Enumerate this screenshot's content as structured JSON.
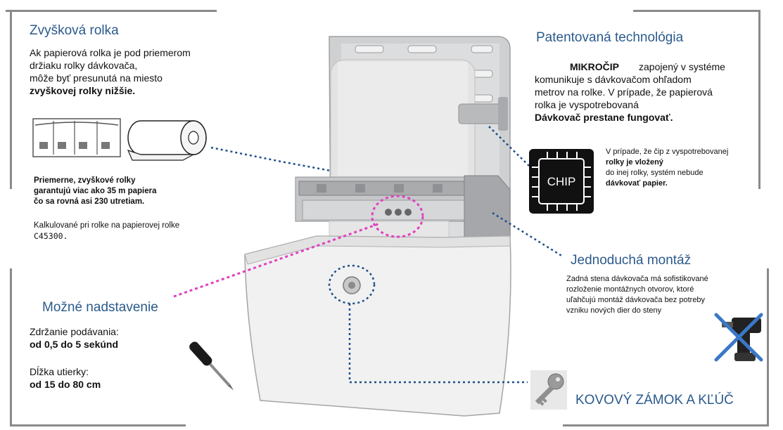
{
  "sections": {
    "raised_roll": {
      "heading": "Zvyšková rolka",
      "lines": [
        "Ak papierová rolka je pod priemerom",
        "držiaku rolky dávkovača,",
        "môže byť presunutá na miesto"
      ],
      "bold_line": "zvyškovej rolky nižšie."
    },
    "stats": {
      "lines": [
        "Priemerne, zvyškové rolky",
        "garantujú viac ako 35 m papiera",
        "čo sa rovná asi 230 utretiam."
      ],
      "note_line1": "Kalkulované pri rolke na papierovej rolke",
      "note_line2": "C45300."
    },
    "settings": {
      "heading": "Možné nadstavenie",
      "delay_label": "Zdržanie podávania:",
      "delay_value": "od 0,5 do 5 sekúnd",
      "length_label": "Dĺžka utierky:",
      "length_value": "od 15 do 80 cm"
    },
    "patent": {
      "heading": "Patentovaná technológia",
      "chip_word": "MIKROČIP",
      "line1_rest": "zapojený v systéme",
      "lines": [
        "komunikuje s dávkovačom ohľadom",
        "metrov na rolke.  V prípade, že papierová",
        "rolka je vyspotrebovaná"
      ],
      "bold_line": "Dávkovač prestane fungovať."
    },
    "chip_note": {
      "line1": "V prípade, že čip z vyspotrebovanej",
      "line2_bold": "rolky je vložený",
      "line3": "do inej rolky, systém nebude",
      "line4_bold": "dávkovať papier."
    },
    "mounting": {
      "heading": "Jednoduchá montáž",
      "lines": [
        "Zadná stena dávkovača má sofistikované",
        "rozloženie montážnych otvorov, ktoré",
        "uľahčujú montáž dávkovača bez potreby",
        "vzniku nových dier do steny"
      ]
    },
    "lock": {
      "heading": "KOVOVÝ ZÁMOK A KĽÚČ"
    }
  },
  "chip_label": "CHIP",
  "colors": {
    "heading_blue": "#2b5a8c",
    "dotted_blue": "#1f4e8a",
    "dotted_pink": "#e040c0",
    "frame_gray": "#8a8a8a",
    "drill_cross": "#3a78c8"
  },
  "icons": [
    "roll-holder-icon",
    "paper-roll-icon",
    "chip-icon",
    "screwdriver-icon",
    "drill-crossed-icon",
    "key-icon",
    "dispenser-image"
  ]
}
